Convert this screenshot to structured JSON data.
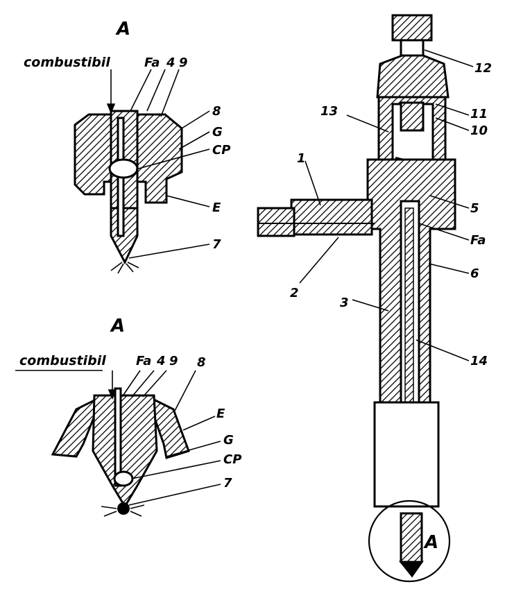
{
  "detail_top": {
    "title": "A",
    "fuel": "combustibil",
    "fa": "Fa",
    "n4": "4",
    "n9": "9",
    "n8": "8",
    "g": "G",
    "cp": "CP",
    "e": "E",
    "n7": "7"
  },
  "detail_bottom": {
    "title": "A",
    "fuel": "combustibil",
    "fa": "Fa",
    "n4": "4",
    "n9": "9",
    "n8": "8",
    "e": "E",
    "g": "G",
    "cp": "CP",
    "n7": "7"
  },
  "injector": {
    "n12": "12",
    "n13": "13",
    "n11": "11",
    "n10": "10",
    "n1": "1",
    "n5": "5",
    "fa": "Fa",
    "n6": "6",
    "n2": "2",
    "n3": "3",
    "n14": "14",
    "a": "A"
  },
  "colors": {
    "ink": "#000000",
    "paper": "#ffffff"
  }
}
